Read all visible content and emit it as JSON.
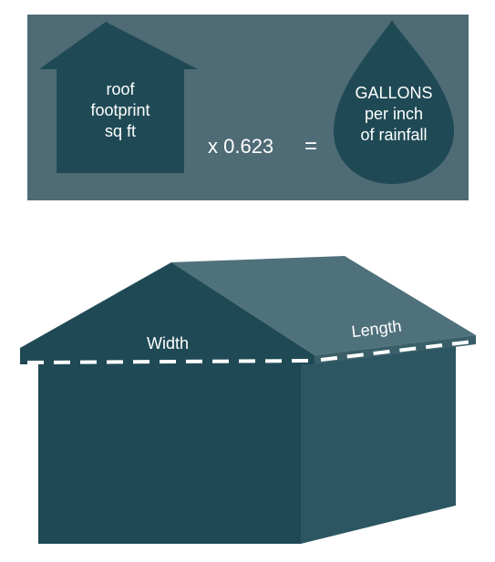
{
  "colors": {
    "panel_bg": "#4e6b76",
    "dark_teal": "#1f4a55",
    "roof_light": "#4f717b",
    "side_wall": "#2c5661",
    "text_white": "#ffffff",
    "dash_white": "#ffffff"
  },
  "formula": {
    "house_icon": "house-icon",
    "house_lines": [
      "roof",
      "footprint",
      "sq ft"
    ],
    "operator": "x 0.623",
    "equals": "=",
    "drop_icon": "raindrop-icon",
    "drop_lines": [
      "GALLONS",
      "per inch",
      "of rainfall"
    ]
  },
  "diagram": {
    "width_label": "Width",
    "length_label": "Length"
  }
}
